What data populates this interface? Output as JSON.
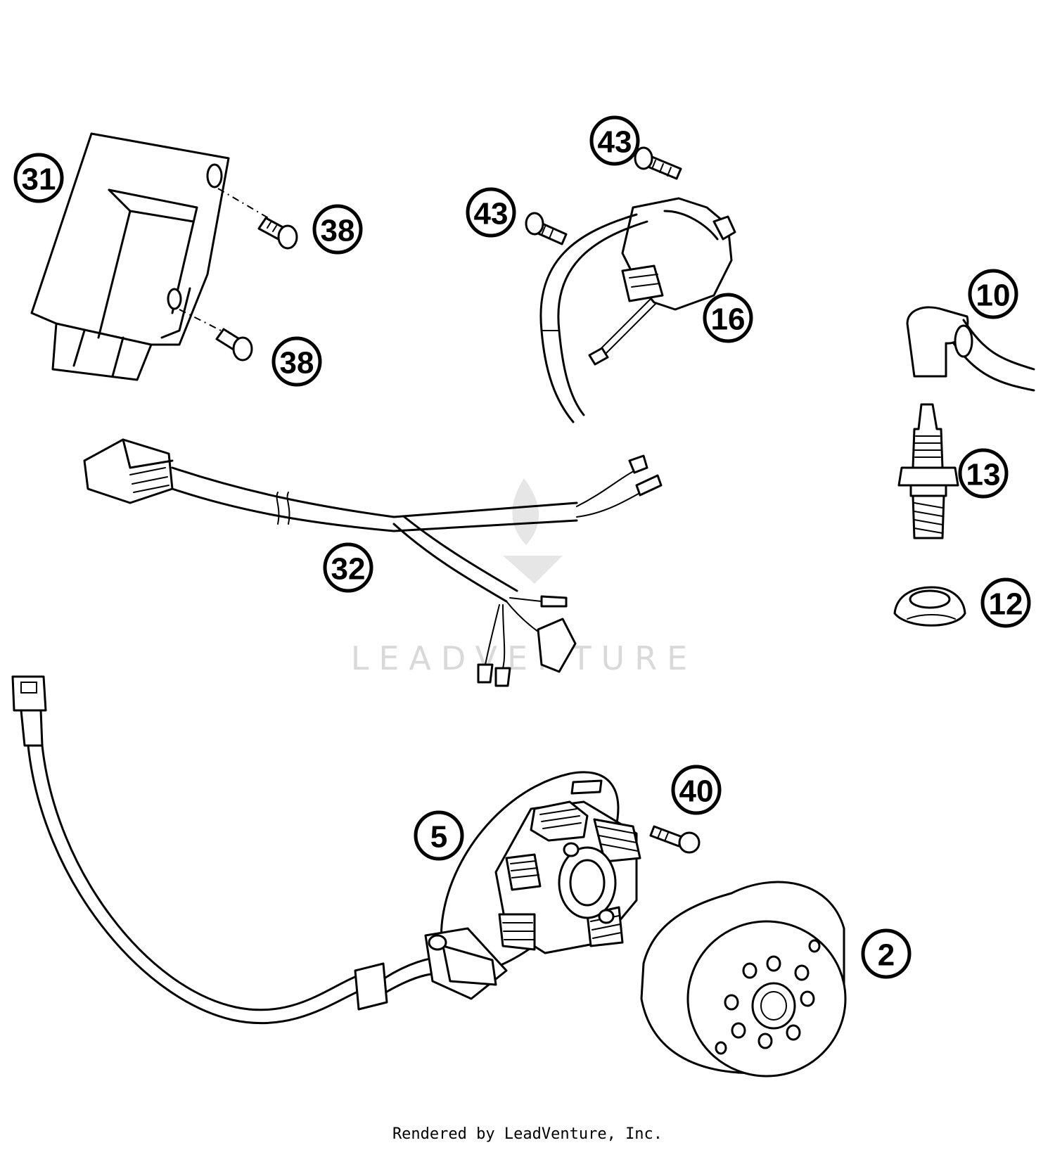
{
  "callouts": [
    {
      "id": "c31",
      "label": "31"
    },
    {
      "id": "c38a",
      "label": "38"
    },
    {
      "id": "c38b",
      "label": "38"
    },
    {
      "id": "c43a",
      "label": "43"
    },
    {
      "id": "c43b",
      "label": "43"
    },
    {
      "id": "c16",
      "label": "16"
    },
    {
      "id": "c10",
      "label": "10"
    },
    {
      "id": "c13",
      "label": "13"
    },
    {
      "id": "c12",
      "label": "12"
    },
    {
      "id": "c32",
      "label": "32"
    },
    {
      "id": "c40",
      "label": "40"
    },
    {
      "id": "c5",
      "label": "5"
    },
    {
      "id": "c2",
      "label": "2"
    }
  ],
  "watermark": "LEADVENTURE",
  "footer": "Rendered by LeadVenture, Inc."
}
